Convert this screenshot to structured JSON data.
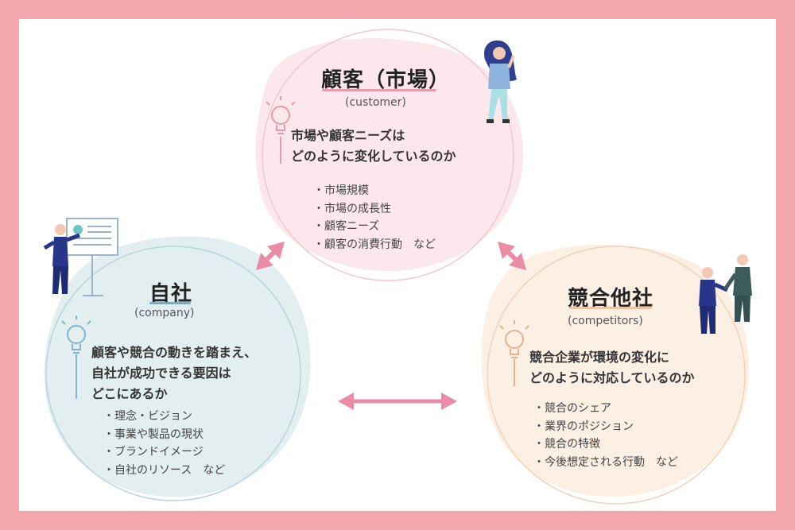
{
  "colors": {
    "frame": "#f2a7ad",
    "customer": "#e38aa0",
    "company": "#7fa9bf",
    "competitor": "#e6a784",
    "arrow": "#ea8ca6"
  },
  "customer": {
    "title": "顧客（市場）",
    "subtitle": "(customer)",
    "question": [
      "市場や顧客ニーズは",
      "どのように変化しているのか"
    ],
    "items": [
      "市場規模",
      "市場の成長性",
      "顧客ニーズ",
      "顧客の消費行動　など"
    ],
    "icon": "lightbulb-icon"
  },
  "company": {
    "title": "自社",
    "subtitle": "(company)",
    "question": [
      "顧客や競合の動きを踏まえ、",
      "自社が成功できる要因は",
      "どこにあるか"
    ],
    "items": [
      "理念・ビジョン",
      "事業や製品の現状",
      "ブランドイメージ",
      "自社のリソース　など"
    ],
    "icon": "lightbulb-icon"
  },
  "competitor": {
    "title": "競合他社",
    "subtitle": "(competitors)",
    "question": [
      "競合企業が環境の変化に",
      "どのように対応しているのか"
    ],
    "items": [
      "競合のシェア",
      "業界のポジション",
      "競合の特徴",
      "今後想定される行動　など"
    ],
    "icon": "lightbulb-icon"
  }
}
